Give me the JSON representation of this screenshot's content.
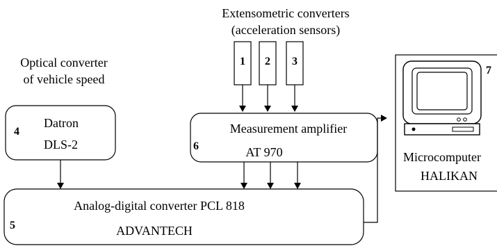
{
  "sensors": {
    "caption_line1": "Extensometric converters",
    "caption_line2": "(acceleration sensors)",
    "items": [
      "1",
      "2",
      "3"
    ]
  },
  "optical": {
    "caption_line1": "Optical converter",
    "caption_line2": "of vehicle speed",
    "number": "4",
    "name_line1": "Datron",
    "name_line2": "DLS-2"
  },
  "amplifier": {
    "number": "6",
    "name": "Measurement amplifier",
    "model": "AT 970"
  },
  "adc": {
    "number": "5",
    "name": "Analog-digital converter PCL 818",
    "vendor": "ADVANTECH"
  },
  "computer": {
    "number": "7",
    "name": "Microcomputer",
    "model": "HALIKAN"
  }
}
